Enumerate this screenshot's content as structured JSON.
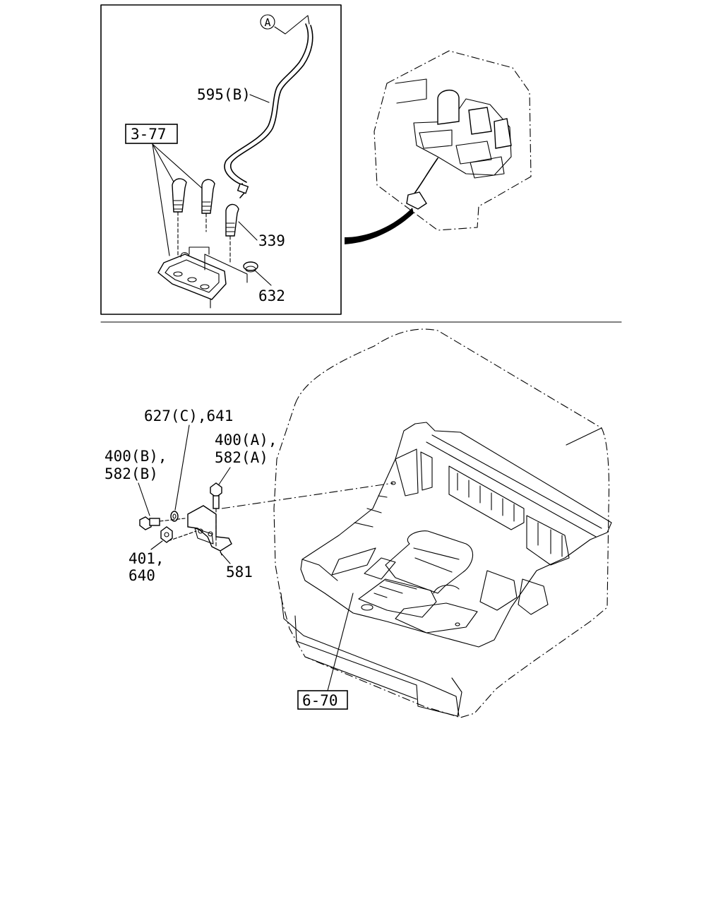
{
  "callouts": {
    "circle_a": "A",
    "hose_595b": "595(B)",
    "ref_3_77": "3-77",
    "part_339": "339",
    "part_632": "632",
    "part_627c_641": "627(C),641",
    "part_400a": "400(A),",
    "part_582a": "582(A)",
    "part_400b": "400(B),",
    "part_582b": "582(B)",
    "part_401": "401,",
    "part_640": "640",
    "part_581": "581",
    "ref_6_70": "6-70"
  }
}
